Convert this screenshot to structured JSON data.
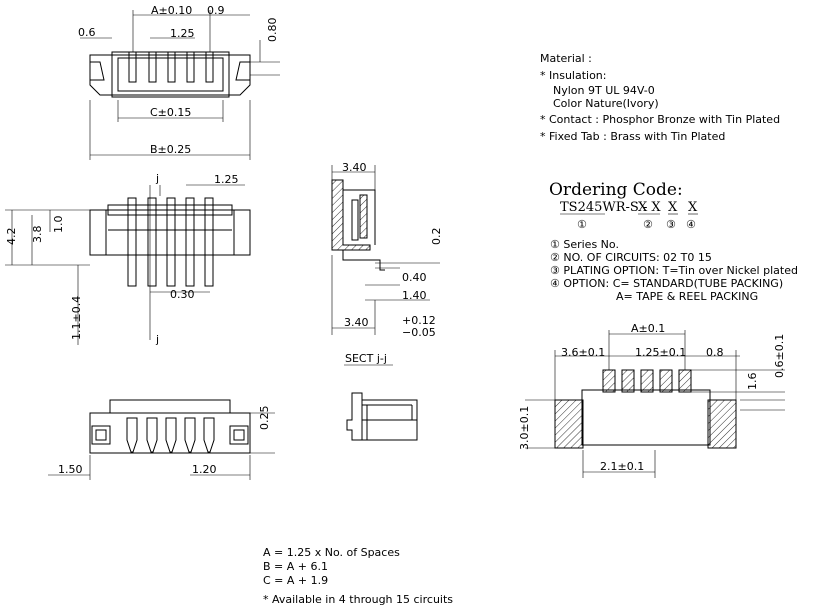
{
  "top_view": {
    "dims": [
      "A±0.10",
      "0.9",
      "0.6",
      "1.25",
      "0.80",
      "C±0.15",
      "B±0.25"
    ]
  },
  "front_view": {
    "dims": [
      "j",
      "1.25",
      "4.2",
      "3.8",
      "1.0",
      "1.1±0.4",
      "0.30",
      "j"
    ]
  },
  "side_view": {
    "dims": [
      "3.40",
      "0.2",
      "0.40",
      "1.40",
      "3.40",
      "+0.12",
      "−0.05"
    ]
  },
  "section": {
    "label": "SECT j-j"
  },
  "bottom_view": {
    "dims": [
      "0.25",
      "1.50",
      "1.20"
    ]
  },
  "material": {
    "heading": "Material :",
    "lines": [
      "* Insulation:",
      "Nylon 9T   UL 94V-0",
      "Color Nature(Ivory)",
      "* Contact : Phosphor Bronze with Tin Plated",
      "* Fixed Tab : Brass with Tin Plated"
    ]
  },
  "ordering": {
    "title": "Ordering Code:",
    "code_prefix": "TS245WR-S -",
    "code_parts": [
      "X X",
      "X",
      "X"
    ],
    "markers": [
      "①",
      "②",
      "③",
      "④"
    ],
    "legend": [
      "① Series No.",
      "② NO. OF CIRCUITS: 02 T0 15",
      "③ PLATING OPTION: T=Tin over Nickel plated",
      "④ OPTION: C= STANDARD(TUBE PACKING)",
      "A= TAPE & REEL PACKING"
    ]
  },
  "pcb_layout": {
    "dims": [
      "A±0.1",
      "3.6±0.1",
      "1.25±0.1",
      "0.8",
      "1.6",
      "0.6±0.1",
      "3.0±0.1",
      "2.1±0.1"
    ]
  },
  "formulas": {
    "lines": [
      "A = 1.25 x No. of Spaces",
      "B = A + 6.1",
      "C = A + 1.9"
    ],
    "note": "* Available in 4 through 15 circuits"
  }
}
